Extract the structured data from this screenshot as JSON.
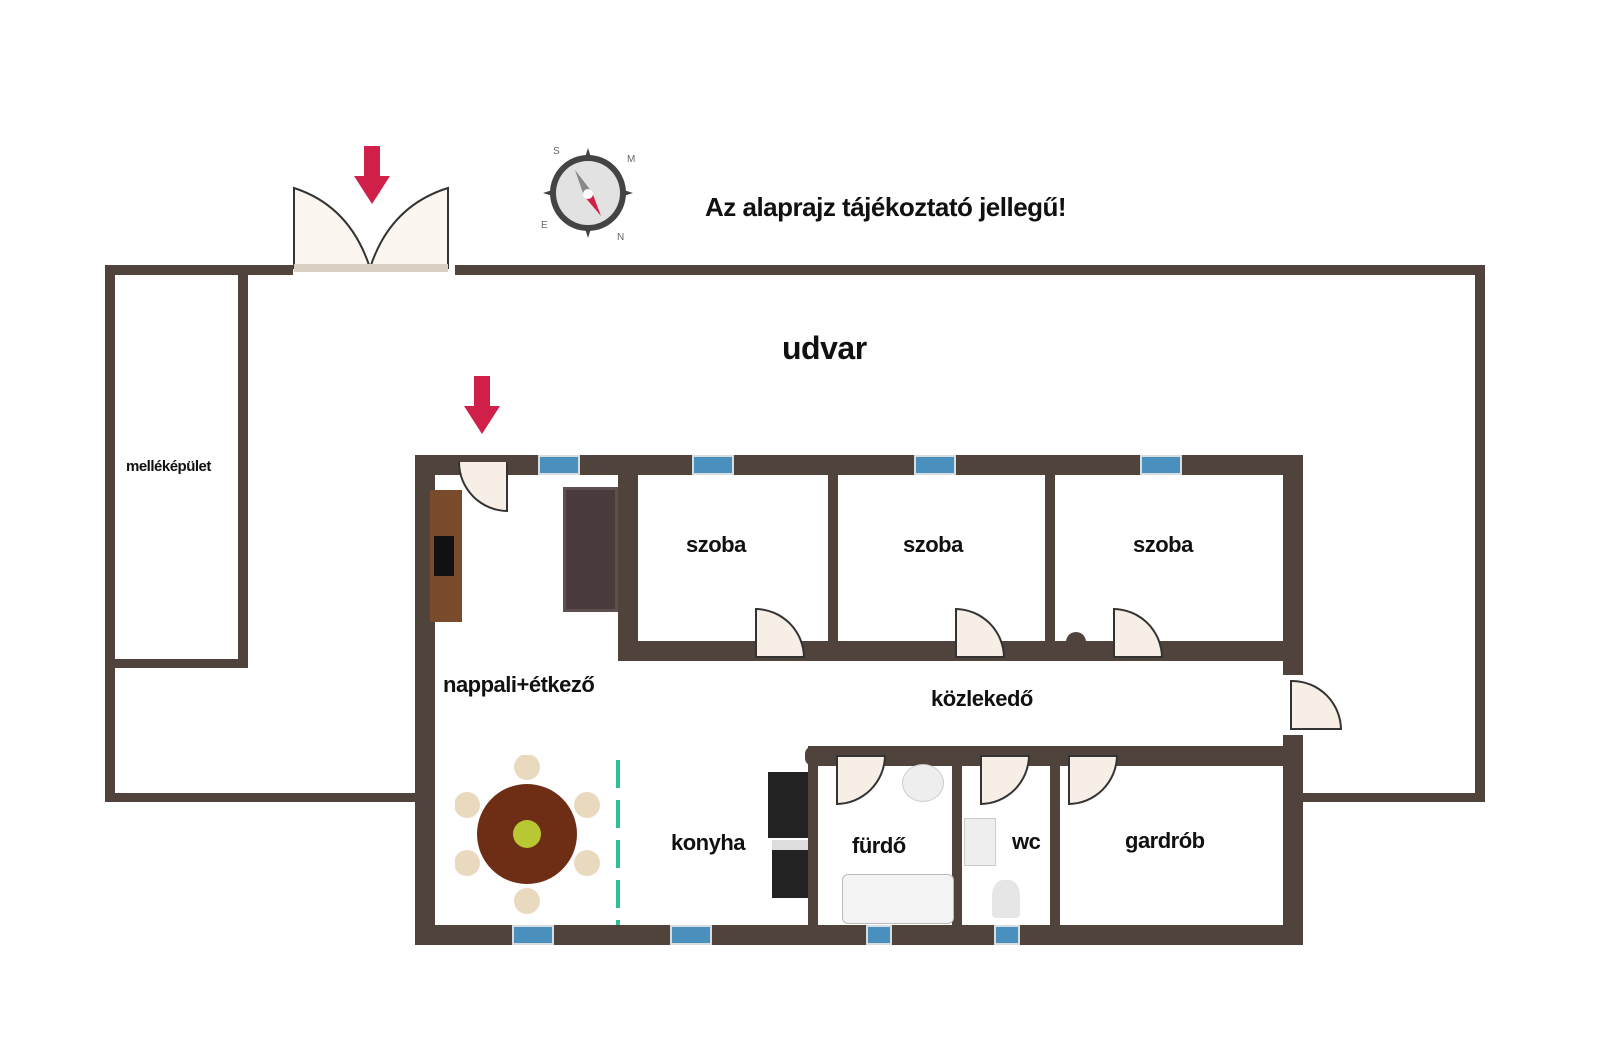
{
  "notice": "Az alaprajz tájékoztató jellegű!",
  "compass": {
    "labels": [
      "S",
      "M",
      "E",
      "N"
    ]
  },
  "rooms": {
    "courtyard": "udvar",
    "outbuilding": "melléképület",
    "living_dining": "nappali+étkező",
    "room1": "szoba",
    "room2": "szoba",
    "room3": "szoba",
    "hallway": "közlekedő",
    "kitchen": "konyha",
    "bathroom": "fürdő",
    "wc": "wc",
    "wardrobe": "gardrób"
  },
  "colors": {
    "wall": "#4f433b",
    "window": "#4a90bf",
    "arrow": "#d0204a",
    "divider": "#2bbf9a"
  }
}
